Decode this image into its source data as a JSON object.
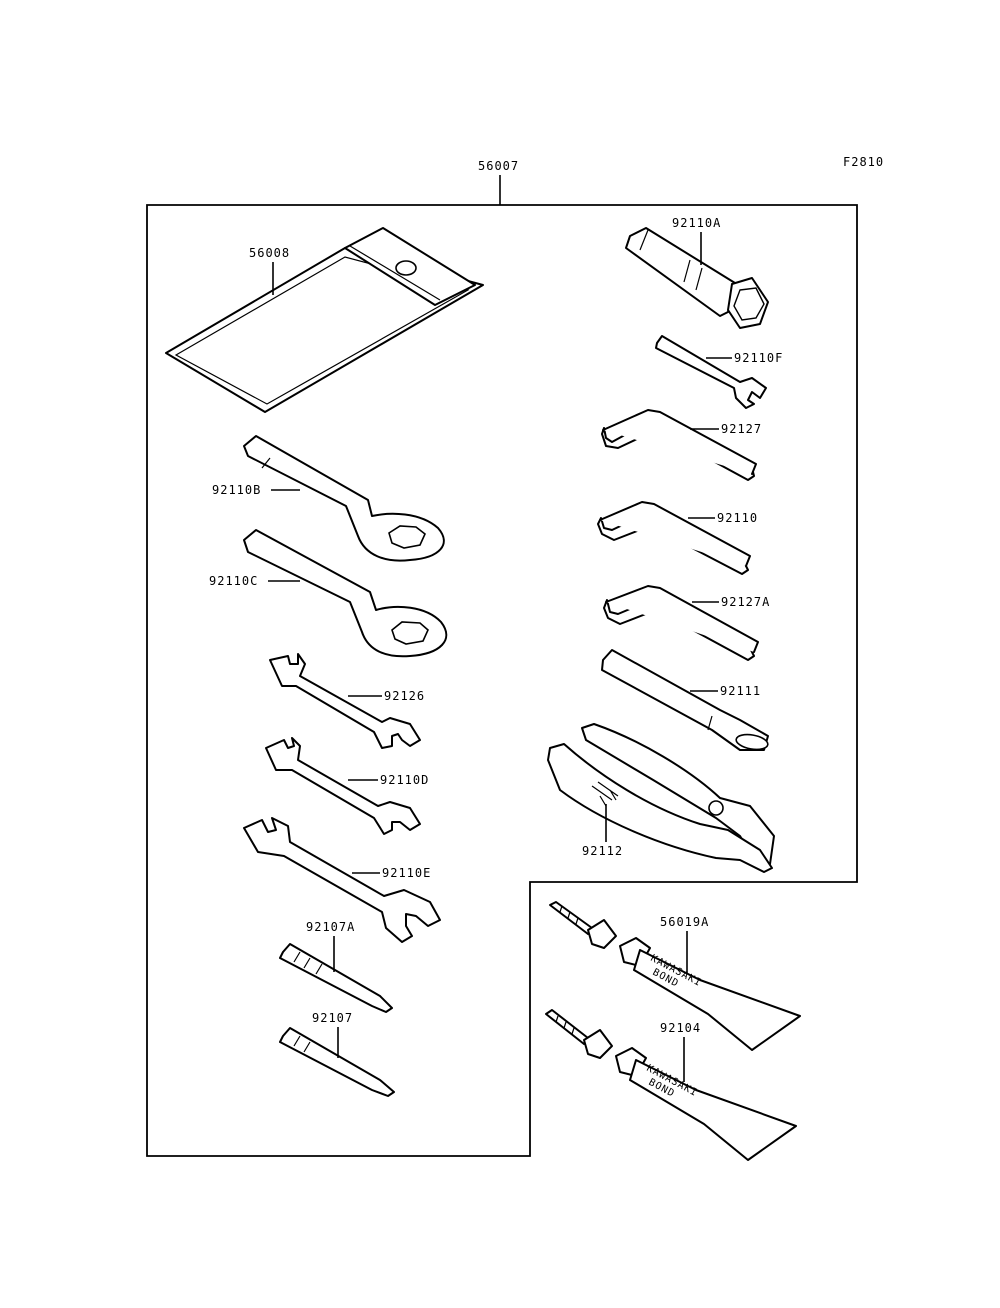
{
  "figure_code": "F2810",
  "kit_label": "56007",
  "parts": [
    {
      "id": "pouch",
      "label": "56008"
    },
    {
      "id": "ring-wrench-b",
      "label": "92110B"
    },
    {
      "id": "ring-wrench-c",
      "label": "92110C"
    },
    {
      "id": "open-wrench-92126",
      "label": "92126"
    },
    {
      "id": "open-wrench-d",
      "label": "92110D"
    },
    {
      "id": "open-wrench-e",
      "label": "92110E"
    },
    {
      "id": "screwdriver-bit-a",
      "label": "92107A"
    },
    {
      "id": "screwdriver-bit",
      "label": "92107"
    },
    {
      "id": "spark-plug-wrench",
      "label": "92110A"
    },
    {
      "id": "small-wrench-f",
      "label": "92110F"
    },
    {
      "id": "hex-key-92127",
      "label": "92127"
    },
    {
      "id": "hex-key-92110",
      "label": "92110"
    },
    {
      "id": "hex-key-92127a",
      "label": "92127A"
    },
    {
      "id": "handle-bar",
      "label": "92111"
    },
    {
      "id": "pliers",
      "label": "92112"
    },
    {
      "id": "bond-tube-a",
      "label": "56019A"
    },
    {
      "id": "bond-tube",
      "label": "92104"
    }
  ],
  "tube_text": {
    "line1": "KAWASAKI",
    "line2": "BOND"
  }
}
